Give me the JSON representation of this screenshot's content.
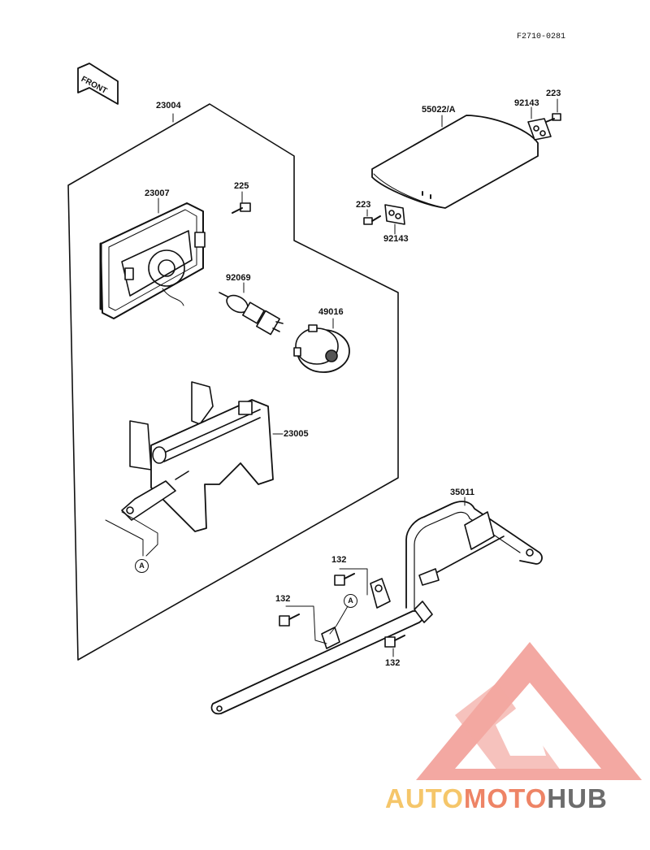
{
  "diagram": {
    "code": "F2710-0281",
    "front_label": "FRONT",
    "callout_letter": "A",
    "parts": {
      "headlight_assembly": "23004",
      "headlight_unit": "23007",
      "screw_top": "225",
      "bulb": "92069",
      "bulb_cover": "49016",
      "bracket": "23005",
      "cover_lid": "55022/A",
      "plate_right": "92143",
      "screw_right": "223",
      "screw_left": "223",
      "plate_left": "92143",
      "stay": "35011",
      "bolt_top": "132",
      "bolt_left": "132",
      "bolt_bottom": "132"
    }
  },
  "watermark": {
    "part1": "AUTO",
    "part2": "MOTO",
    "part3": "HUB",
    "color_gold": "#f5c66a",
    "color_red": "#ee8466",
    "color_gray": "#6c6c6c"
  }
}
